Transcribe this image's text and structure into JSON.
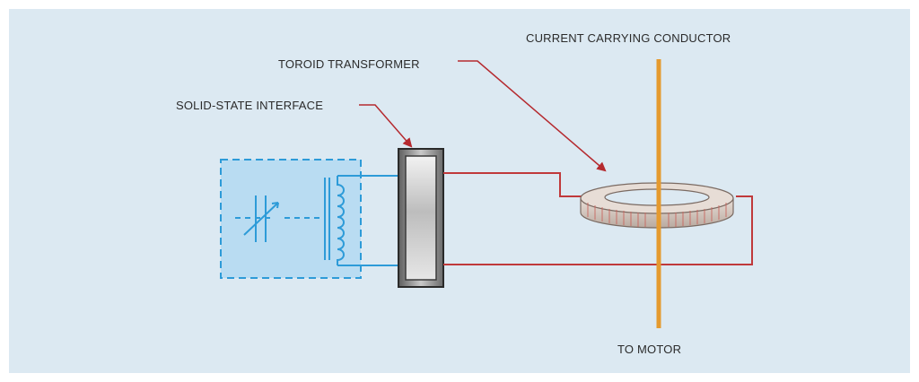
{
  "labels": {
    "conductor": "CURRENT CARRYING CONDUCTOR",
    "toroid": "TOROID TRANSFORMER",
    "interface": "SOLID-STATE INTERFACE",
    "motor": "TO MOTOR"
  },
  "colors": {
    "background": "#dce9f2",
    "leader": "#b52a2f",
    "red_wire": "#c0393b",
    "blue_wire": "#2d9bd8",
    "conductor": "#e59a2f",
    "interface_fill": "#b9dcf2"
  }
}
